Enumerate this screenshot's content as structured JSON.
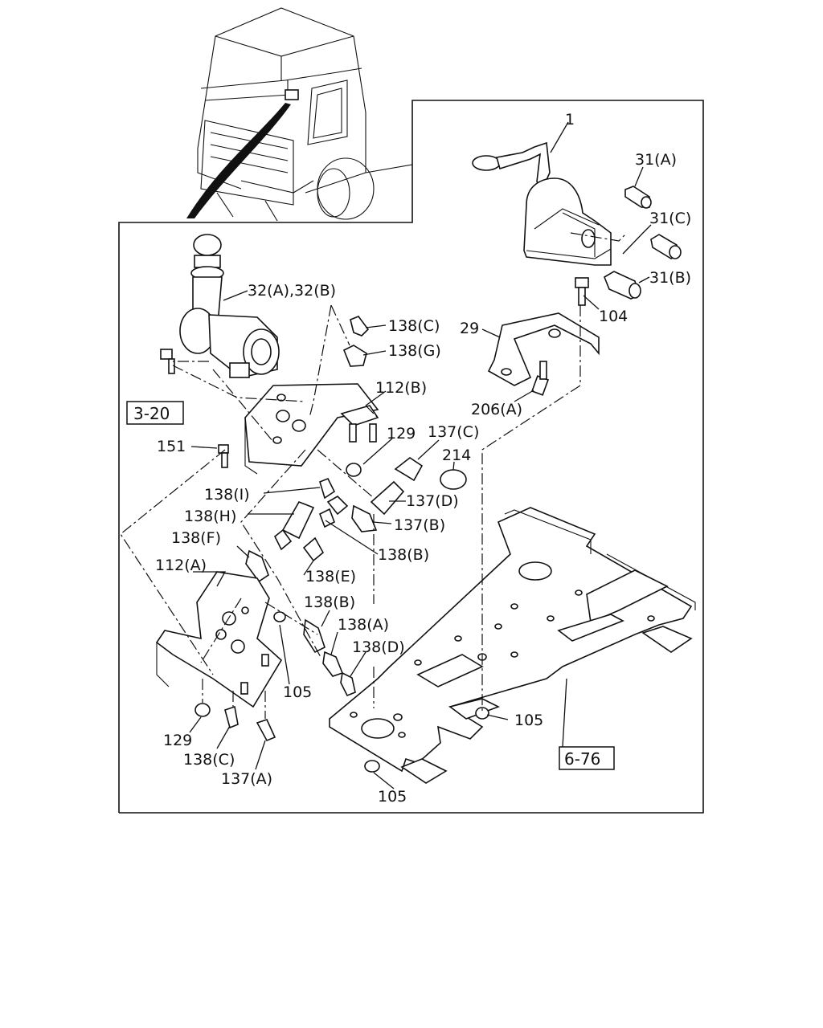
{
  "labels": {
    "l1": "1",
    "l31a": "31(A)",
    "l31c": "31(C)",
    "l31b": "31(B)",
    "l104": "104",
    "l29": "29",
    "l206a": "206(A)",
    "l32": "32(A),32(B)",
    "l138c_top": "138(C)",
    "l138g": "138(G)",
    "l112b": "112(B)",
    "l129_top": "129",
    "l137c": "137(C)",
    "l214": "214",
    "l151": "151",
    "l138i": "138(I)",
    "l137d": "137(D)",
    "l138h": "138(H)",
    "l137b": "137(B)",
    "l138f": "138(F)",
    "l138b_right": "138(B)",
    "l112a": "112(A)",
    "l138e": "138(E)",
    "l138b_mid": "138(B)",
    "l138a": "138(A)",
    "l138d": "138(D)",
    "l105_mid": "105",
    "l105_right": "105",
    "l105_bottom": "105",
    "l129_bottom": "129",
    "l138c_bottom": "138(C)",
    "l137a": "137(A)"
  },
  "refs": {
    "r320": "3-20",
    "r676": "6-76"
  }
}
